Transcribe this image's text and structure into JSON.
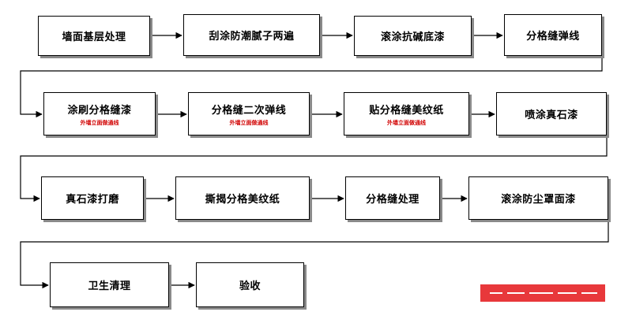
{
  "steps": {
    "s1": {
      "label": "墙面基层处理"
    },
    "s2": {
      "label": "刮涂防潮腻子两遍"
    },
    "s3": {
      "label": "滚涂抗碱底漆"
    },
    "s4": {
      "label": "分格缝弹线"
    },
    "s5": {
      "label": "涂刷分格缝漆",
      "note": "外墙立面做通线"
    },
    "s6": {
      "label": "分格缝二次弹线",
      "note": "外墙立面做通线"
    },
    "s7": {
      "label": "贴分格缝美纹纸",
      "note": "外墙立面做通线"
    },
    "s8": {
      "label": "喷涂真石漆"
    },
    "s9": {
      "label": "真石漆打磨"
    },
    "s10": {
      "label": "撕揭分格美纹纸"
    },
    "s11": {
      "label": "分格缝处理"
    },
    "s12": {
      "label": "滚涂防尘罩面漆"
    },
    "s13": {
      "label": "卫生清理"
    },
    "s14": {
      "label": "验收"
    }
  },
  "colors": {
    "note": "#d10000",
    "border": "#000000",
    "shadow": "#8a8a8a",
    "watermark": "#e8383b"
  }
}
